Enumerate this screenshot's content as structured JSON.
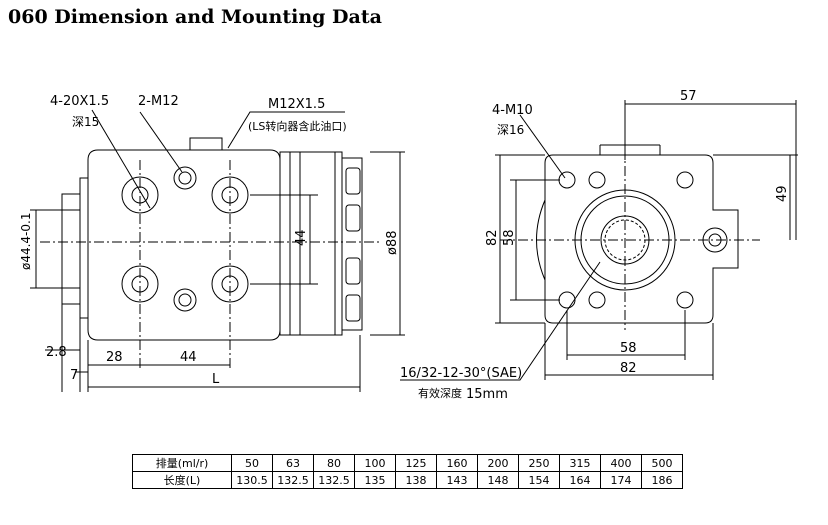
{
  "title": "060 Dimension and Mounting Data",
  "front_view": {
    "port_thread": "4-20X1.5",
    "port_depth": "深15",
    "mount_thread": "2-M12",
    "ls_port": "M12X1.5",
    "ls_note": "(LS转向器含此油口)",
    "pilot_dia": "ø44.4-0.1",
    "dim_44": "44",
    "dim_88": "ø88",
    "dim_2_8": "2.8",
    "dim_7": "7",
    "dim_28": "28",
    "dim_44b": "44",
    "dim_L": "L"
  },
  "side_view": {
    "mount_thread": "4-M10",
    "mount_depth": "深16",
    "dim_57": "57",
    "dim_49": "49",
    "dim_82v": "82",
    "dim_58v": "58",
    "dim_58h": "58",
    "dim_82h": "82",
    "spline": "16/32-12-30°(SAE)",
    "spline_depth_label": "有效深度",
    "spline_depth": "15mm"
  },
  "spec_table": {
    "row1_label": "排量(ml/r)",
    "row2_label": "长度(L)",
    "displacement": [
      "50",
      "63",
      "80",
      "100",
      "125",
      "160",
      "200",
      "250",
      "315",
      "400",
      "500"
    ],
    "length": [
      "130.5",
      "132.5",
      "132.5",
      "135",
      "138",
      "143",
      "148",
      "154",
      "164",
      "174",
      "186"
    ]
  }
}
